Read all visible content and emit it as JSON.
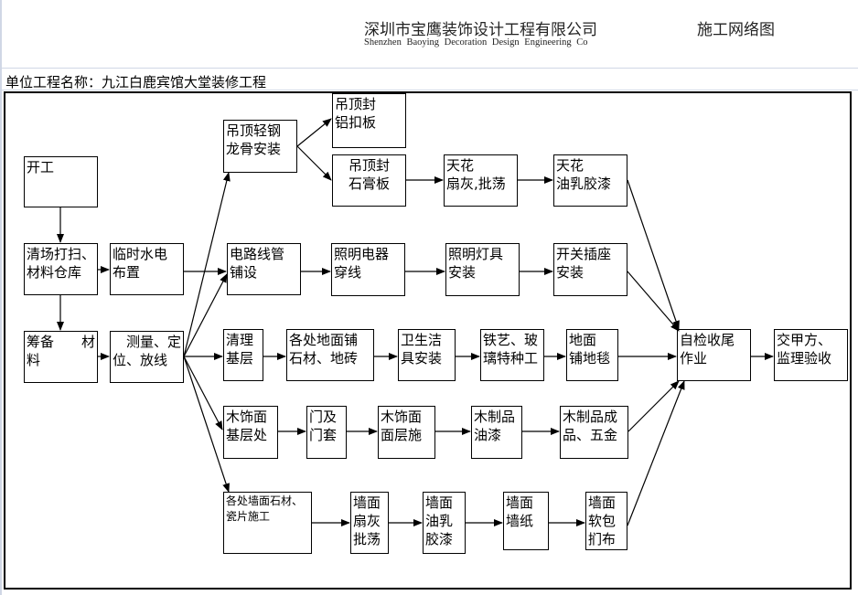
{
  "header": {
    "company_cn": "深圳市宝鹰装饰设计工程有限公司",
    "company_en": "Shenzhen Baoying Decoration Design Engineering Co",
    "diagram_title": "施工网络图",
    "project_label": "单位工程名称：九江白鹿宾馆大堂装修工程"
  },
  "nodes": {
    "start": "开工",
    "cleanup": "清场打扫、\n材料仓库",
    "temp_utilities": "临时水电\n布置",
    "prepare_materials": "筹备　　材\n料",
    "survey": "　测量、定\n位、放线",
    "ceiling_keel": "吊顶轻钢\n龙骨安装",
    "ceiling_aluminum": "吊顶封\n铝扣板",
    "ceiling_gypsum": "　吊顶封\n　石膏板",
    "ceiling_plaster": "天花\n扇灰,批荡",
    "ceiling_paint": "天花\n油乳胶漆",
    "wiring": "电路线管\n铺设",
    "lighting_wiring": "照明电器\n穿线",
    "lamp_install": "照明灯具\n安装",
    "switch_socket": "开关插座\n安装",
    "base_cleanup": "清理\n基层",
    "floor_stone": "各处地面铺\n石材、地砖",
    "sanitary": "卫生洁\n具安装",
    "ironwork_glass": "铁艺、玻\n璃特种工",
    "carpet": "地面\n铺地毯",
    "self_check": "自检收尾\n作业",
    "acceptance": "交甲方、\n监理验收",
    "wood_base": "木饰面\n基层处",
    "doors": "门及\n门套",
    "wood_surface": "木饰面\n面层施",
    "wood_paint": "木制品\n油漆",
    "wood_finished": "木制品成\n品、五金",
    "wall_stone": "各处墙面石材、\n瓷片施工",
    "wall_plaster": "墙面\n扇灰\n批荡",
    "wall_latex": "墙面\n油乳\n胶漆",
    "wallpaper": "墙面\n墙纸",
    "soft_pack": "墙面\n软包\n扪布"
  }
}
